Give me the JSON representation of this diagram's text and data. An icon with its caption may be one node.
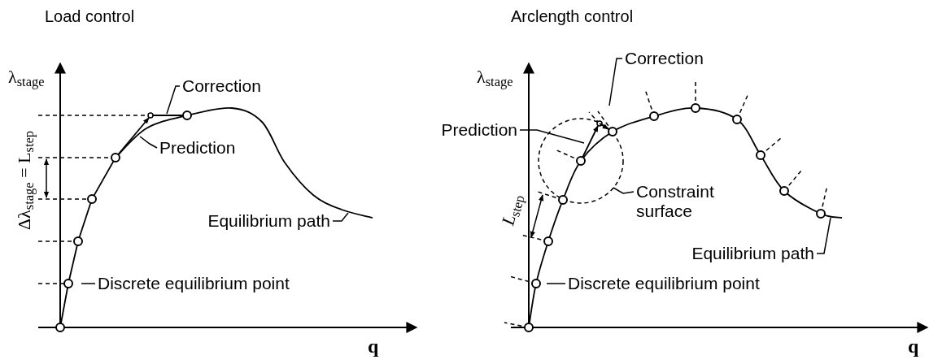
{
  "diagram": {
    "nodes": [
      {
        "text": [
          "Correction"
        ]
      },
      {
        "text": [
          "Prediction"
        ]
      },
      {
        "text": [
          "Equilibrium path"
        ]
      },
      {
        "text": [
          "Discrete equilibrium point"
        ]
      },
      {
        "text": [
          "Correction"
        ]
      },
      {
        "text": [
          "Prediction"
        ]
      },
      {
        "text": [
          "Constraint surface"
        ]
      },
      {
        "text": [
          "Equilibrium path"
        ]
      },
      {
        "text": [
          "Discrete equilibrium point"
        ]
      }
    ],
    "edges": [
      {
        "from": 0,
        "to": null,
        "arrow": "none"
      },
      {
        "from": 1,
        "to": null,
        "arrow": "none"
      },
      {
        "from": 2,
        "to": null,
        "arrow": "none"
      },
      {
        "from": 3,
        "to": null,
        "arrow": "none"
      },
      {
        "from": 4,
        "to": null,
        "arrow": "none"
      },
      {
        "from": 5,
        "to": null,
        "arrow": "none"
      },
      {
        "from": 6,
        "to": null,
        "arrow": "none"
      },
      {
        "from": 7,
        "to": null,
        "arrow": "none"
      },
      {
        "from": 8,
        "to": null,
        "arrow": "none"
      }
    ],
    "labels": [
      "Load control",
      "Arclength control",
      "λ$_{stage}$",
      "Δλ$_{stage}$ = L$_{step}$",
      "q",
      "λ$_{stage}$",
      "*L*$_{step}$",
      "q"
    ]
  }
}
